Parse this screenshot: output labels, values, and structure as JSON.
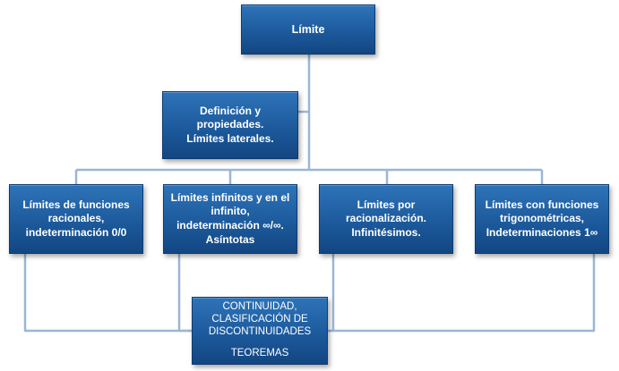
{
  "root": {
    "label": "Límite"
  },
  "definition": {
    "label": "Definición y propiedades.\nLímites laterales."
  },
  "branches": [
    {
      "label": "Límites de funciones racionales, indeterminación 0/0"
    },
    {
      "label": "Límites infinitos y en el infinito, indeterminación ∞/∞. Asíntotas"
    },
    {
      "label": "Límites por racionalización. Infinitésimos."
    },
    {
      "label": "Límites con funciones trigonométricas, Indeterminaciones 1∞"
    }
  ],
  "final": {
    "label": "CONTINUIDAD, CLASIFICACIÓN DE DISCONTINUIDADES",
    "sublabel": "TEOREMAS"
  },
  "colors": {
    "box": "#1c5a9c",
    "connector": "#9ab6d6"
  }
}
